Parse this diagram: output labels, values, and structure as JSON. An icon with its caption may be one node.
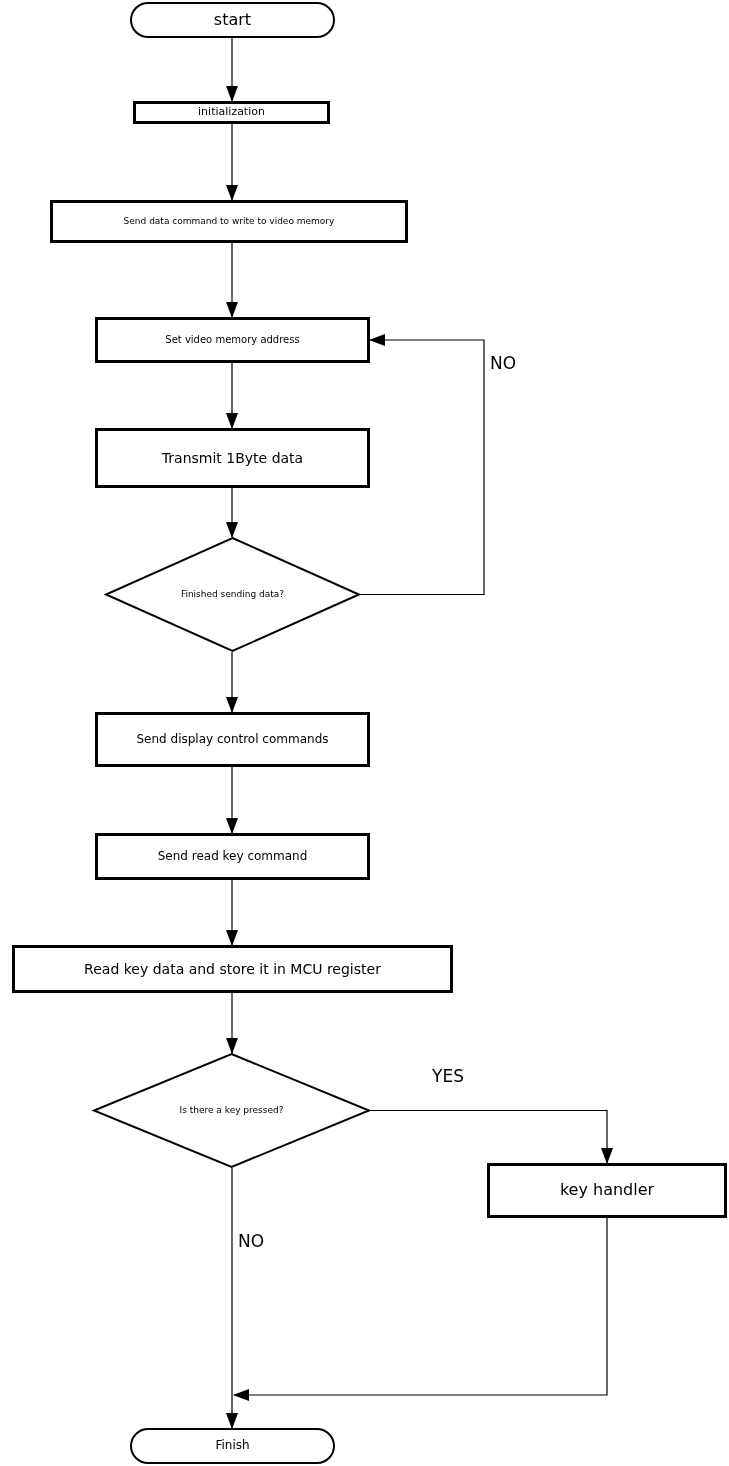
{
  "diagram": {
    "nodes": [
      {
        "text": [
          "start"
        ]
      },
      {
        "text": [
          "initialization"
        ]
      },
      {
        "text": [
          "Send data command to write to video memory"
        ]
      },
      {
        "text": [
          "Set video memory address"
        ]
      },
      {
        "text": [
          "Transmit 1Byte data"
        ]
      },
      {
        "text": [
          "Finished sending data?"
        ]
      },
      {
        "text": [
          "Send display control commands"
        ]
      },
      {
        "text": [
          "Send read key command"
        ]
      },
      {
        "text": [
          "Read key data and store it in MCU register"
        ]
      },
      {
        "text": [
          "Is there a key pressed?"
        ]
      },
      {
        "text": [
          "key handler"
        ]
      },
      {
        "text": [
          "Finish"
        ]
      }
    ],
    "edges": [
      {
        "from": 0,
        "to": 1,
        "arrow": "to"
      },
      {
        "from": 1,
        "to": 2,
        "arrow": "to"
      },
      {
        "from": 2,
        "to": 3,
        "arrow": "to"
      },
      {
        "from": 3,
        "to": 4,
        "arrow": "to"
      },
      {
        "from": 4,
        "to": 5,
        "arrow": "to"
      },
      {
        "from": 5,
        "to": 6,
        "arrow": "to"
      },
      {
        "from": 5,
        "to": 3,
        "arrow": "to",
        "label": "NO"
      },
      {
        "from": 6,
        "to": 7,
        "arrow": "to"
      },
      {
        "from": 7,
        "to": 8,
        "arrow": "to"
      },
      {
        "from": 8,
        "to": 9,
        "arrow": "to"
      },
      {
        "from": 9,
        "to": 10,
        "arrow": "to",
        "label": "YES"
      },
      {
        "from": 9,
        "to": 11,
        "arrow": "to",
        "label": "NO"
      },
      {
        "from": 10,
        "to": 11,
        "arrow": "to"
      }
    ]
  }
}
